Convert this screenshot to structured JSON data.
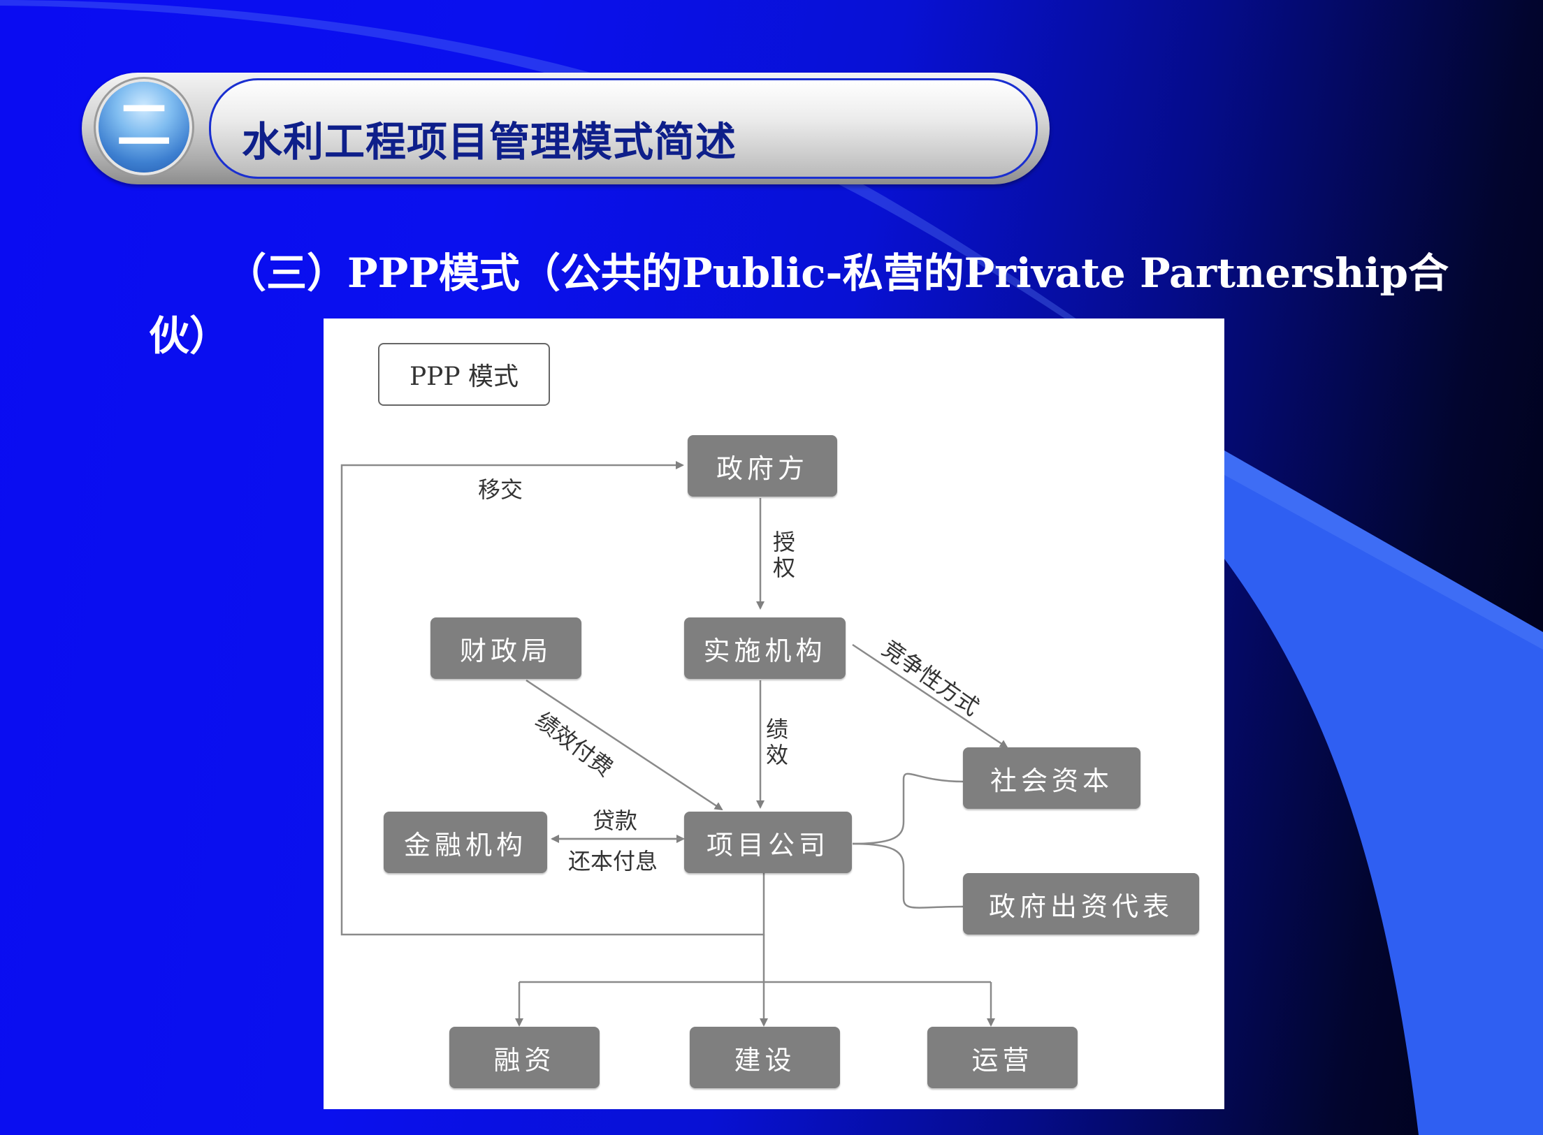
{
  "banner": {
    "number": "二",
    "title": "水利工程项目管理模式简述"
  },
  "heading": "（三）PPP模式（公共的Public-私营的Private Partnership合伙）",
  "diagram": {
    "legend": "PPP 模式",
    "nodes": {
      "government": "政府方",
      "agency": "实施机构",
      "finance_bureau": "财政局",
      "social_capital": "社会资本",
      "financial_institution": "金融机构",
      "project_company": "项目公司",
      "gov_investor": "政府出资代表",
      "financing": "融资",
      "construction": "建设",
      "operation": "运营"
    },
    "labels": {
      "transfer": "移交",
      "authorize": "授权",
      "competitive": "竞争性方式",
      "performance_pay": "绩效付费",
      "performance": "绩效",
      "loan": "贷款",
      "repay": "还本付息"
    }
  }
}
